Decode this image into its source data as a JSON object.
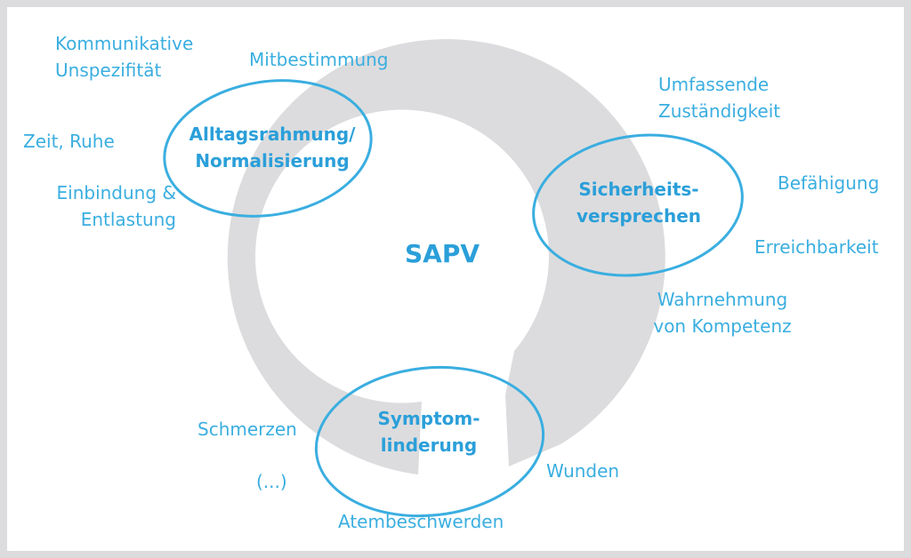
{
  "center_label": "SAPV",
  "nodes": [
    {
      "id": "alltag",
      "lines": [
        "Alltagsrahmung/",
        "Normalisierung"
      ]
    },
    {
      "id": "sicherheit",
      "lines": [
        "Sicherheits-",
        "versprechen"
      ]
    },
    {
      "id": "symptom",
      "lines": [
        "Symptom-",
        "linderung"
      ]
    }
  ],
  "labels": {
    "kommunikative": [
      "Kommunikative",
      "Unspezifität"
    ],
    "mitbestimmung": [
      "Mitbestimmung"
    ],
    "zeit_ruhe": [
      "Zeit, Ruhe"
    ],
    "einbindung": [
      "Einbindung &",
      "Entlastung"
    ],
    "umfassende": [
      "Umfassende",
      "Zuständigkeit"
    ],
    "befaehigung": [
      "Befähigung"
    ],
    "erreichbarkeit": [
      "Erreichbarkeit"
    ],
    "wahrnehmung": [
      "Wahrnehmung",
      "von Kompetenz"
    ],
    "schmerzen": [
      "Schmerzen"
    ],
    "ellipsis": [
      "(...)"
    ],
    "wunden": [
      "Wunden"
    ],
    "atembeschwerden": [
      "Atembeschwerden"
    ]
  },
  "colors": {
    "text": "#3aaee0",
    "node_text": "#2b9fd9",
    "ellipse_stroke": "#3aaee0",
    "cycle_arrow": "#dcdcde",
    "frame": "#dcdcde"
  }
}
